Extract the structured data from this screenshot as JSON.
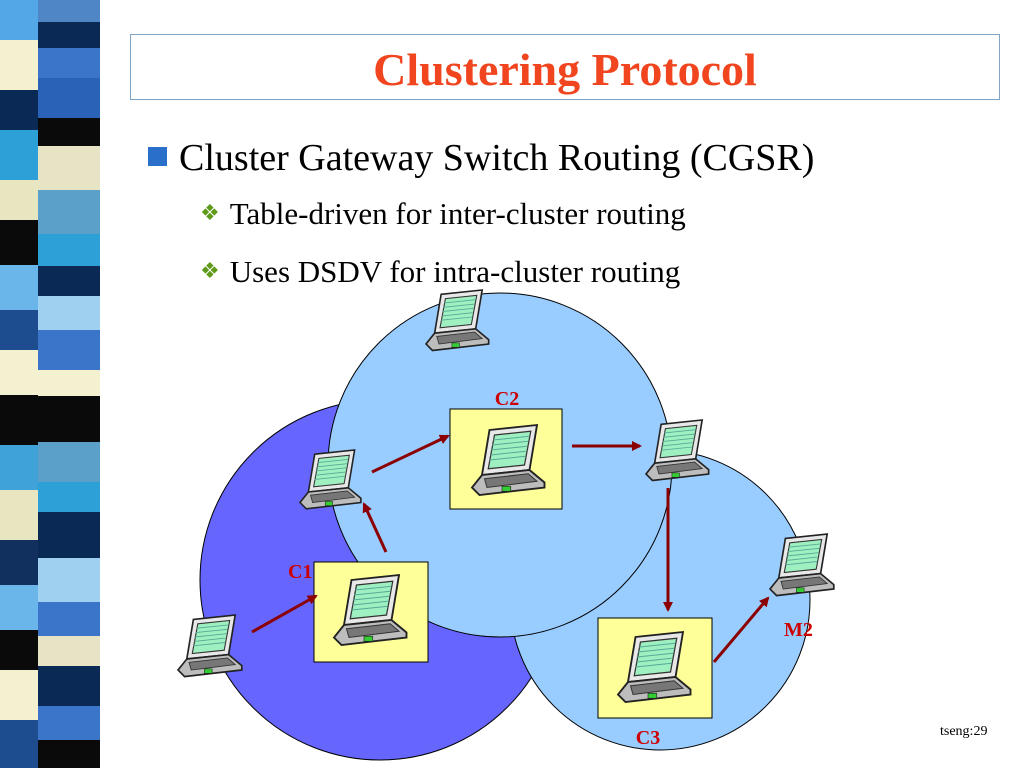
{
  "title": "Clustering Protocol",
  "bullets": [
    {
      "text": "Cluster Gateway Switch Routing (CGSR)",
      "level": 1
    },
    {
      "text": "Table-driven for inter-cluster routing",
      "level": 2
    },
    {
      "text": "Uses DSDV for intra-cluster routing",
      "level": 2
    }
  ],
  "diagram": {
    "labels": {
      "c1": "C1",
      "c2": "C2",
      "c3": "C3",
      "m2": "M2"
    },
    "colors": {
      "cluster_c1": "#6666ff",
      "cluster_c2": "#99ccff",
      "cluster_c3": "#99ccff",
      "head_box": "#ffff99",
      "arrow": "#8b0000",
      "label": "#cc0000"
    }
  },
  "footer": "tseng:29"
}
